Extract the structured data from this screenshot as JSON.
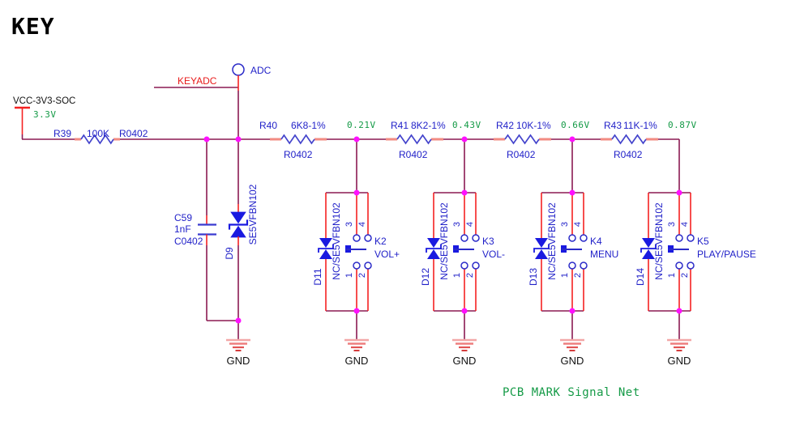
{
  "title": "KEY",
  "power": {
    "net": "VCC-3V3-SOC",
    "voltage": "3.3V"
  },
  "adc_port": {
    "net_label": "KEYADC",
    "pin_name": "ADC"
  },
  "r39": {
    "ref": "R39",
    "value": "100K",
    "footprint": "R0402"
  },
  "ladder": [
    {
      "ref": "R40",
      "value": "6K8-1%",
      "footprint": "R0402",
      "node_voltage": "0.21V"
    },
    {
      "ref": "R41",
      "value": "8K2-1%",
      "footprint": "R0402",
      "node_voltage": "0.43V"
    },
    {
      "ref": "R42",
      "value": "10K-1%",
      "footprint": "R0402",
      "node_voltage": "0.66V"
    },
    {
      "ref": "R43",
      "value": "11K-1%",
      "footprint": "R0402",
      "node_voltage": "0.87V"
    }
  ],
  "c59": {
    "ref": "C59",
    "value": "1nF",
    "footprint": "C0402"
  },
  "d9": {
    "ref": "D9",
    "part": "SE5VFBN102"
  },
  "keys": [
    {
      "diode_ref": "D11",
      "part": "NC/SE5VFBN102",
      "ref": "K2",
      "function": "VOL+"
    },
    {
      "diode_ref": "D12",
      "part": "NC/SE5VFBN102",
      "ref": "K3",
      "function": "VOL-"
    },
    {
      "diode_ref": "D13",
      "part": "NC/SE5VFBN102",
      "ref": "K4",
      "function": "MENU"
    },
    {
      "diode_ref": "D14",
      "part": "NC/SE5VFBN102",
      "ref": "K5",
      "function": "PLAY/PAUSE"
    }
  ],
  "pins": {
    "top_left": "3",
    "top_right": "4",
    "bottom_left": "1",
    "bottom_right": "2"
  },
  "ground_label": "GND",
  "footer_note": "PCB MARK Signal Net",
  "colors": {
    "wire": "#8B1A52",
    "component_blue": "#1A1AE0",
    "label_blue": "#1F1FC8",
    "net_red": "#E81A1A",
    "voltage_green": "#149A46",
    "junction_magenta": "#FF10FF"
  }
}
